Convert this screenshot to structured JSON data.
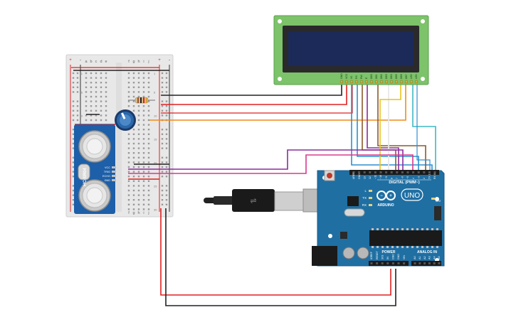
{
  "breadboard": {
    "col_letters": [
      "a",
      "b",
      "c",
      "d",
      "e",
      "f",
      "g",
      "h",
      "i",
      "j"
    ],
    "row_numbers": [
      "1",
      "5",
      "10",
      "15",
      "20",
      "25",
      "30"
    ],
    "rail_plus": "+",
    "rail_minus": "-"
  },
  "sensor": {
    "model": "HC-SR04",
    "pins": [
      "VCC",
      "TRIG",
      "ECHO",
      "GND"
    ]
  },
  "arduino": {
    "logo": "ARDUINO",
    "model": "UNO",
    "digital_header": "DIGITAL (PWM~)",
    "power_header": "POWER",
    "analog_header": "ANALOG IN",
    "power_pins": [
      "IOREF",
      "RESET",
      "3V3",
      "5V",
      "GND",
      "GND",
      "VIN"
    ],
    "analog_pins": [
      "A0",
      "A1",
      "A2",
      "A3",
      "A4",
      "A5"
    ],
    "top_labels": [
      "AREF",
      "GND",
      "13",
      "12",
      "~11",
      "~10",
      "~9",
      "8",
      "7",
      "~6",
      "~5",
      "4",
      "~3",
      "2",
      "TX 1",
      "RX 0"
    ],
    "leds": [
      "L",
      "TX",
      "RX"
    ],
    "on_led": "ON"
  },
  "lcd": {
    "pins": [
      "GND",
      "VCC",
      "V0",
      "RS",
      "RW",
      "E",
      "DB0",
      "DB1",
      "DB2",
      "DB3",
      "DB4",
      "DB5",
      "DB6",
      "DB7",
      "LED",
      "LED"
    ]
  },
  "colors": {
    "board_blue": "#1f6fa3",
    "lcd_green": "#7cc36a",
    "lcd_screen": "#1c2a5a",
    "wire_red": "#e02020",
    "wire_black": "#222222",
    "wire_orange": "#f08c1a",
    "wire_purple": "#8a2d9e",
    "wire_pink": "#d8388e",
    "wire_blue": "#2e8fd0",
    "wire_cyan": "#3fb8c4",
    "wire_yellow": "#e8c419",
    "wire_brown": "#8b5a2b"
  }
}
